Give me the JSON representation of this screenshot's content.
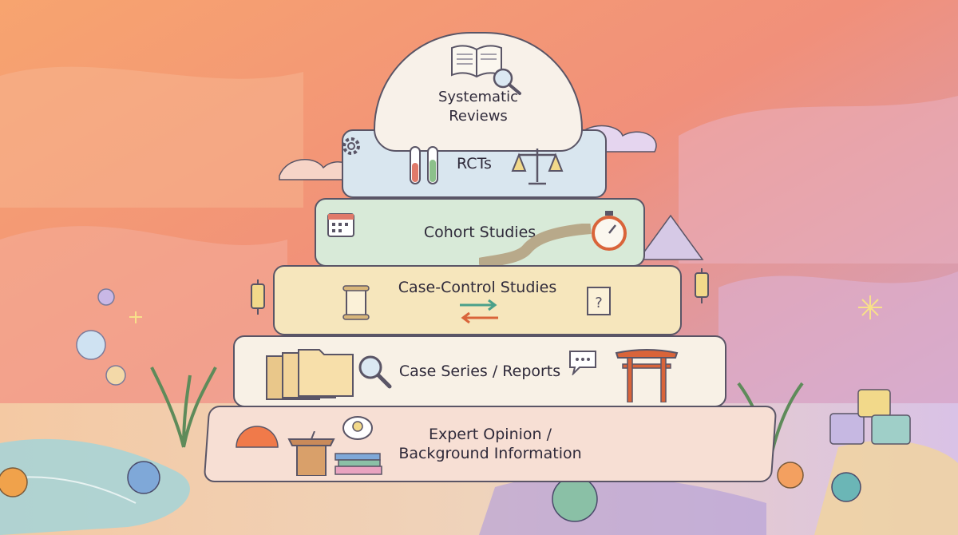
{
  "pyramid": {
    "tiers": [
      {
        "label": "Systematic Reviews",
        "color": "#f8f1e9"
      },
      {
        "label": "RCTs",
        "color": "#d9e6ef"
      },
      {
        "label": "Cohort Studies",
        "color": "#d8ead8"
      },
      {
        "label": "Case-Control Studies",
        "color": "#f6e6bc"
      },
      {
        "label": "Case Series / Reports",
        "color": "#f8f1e6"
      },
      {
        "label": "Expert Opinion / Background Information",
        "color": "#f7dfd4"
      }
    ]
  },
  "colors": {
    "sky_top": "#f39a7a",
    "sky_bottom": "#e9a3c0",
    "outline": "#5a5566"
  }
}
